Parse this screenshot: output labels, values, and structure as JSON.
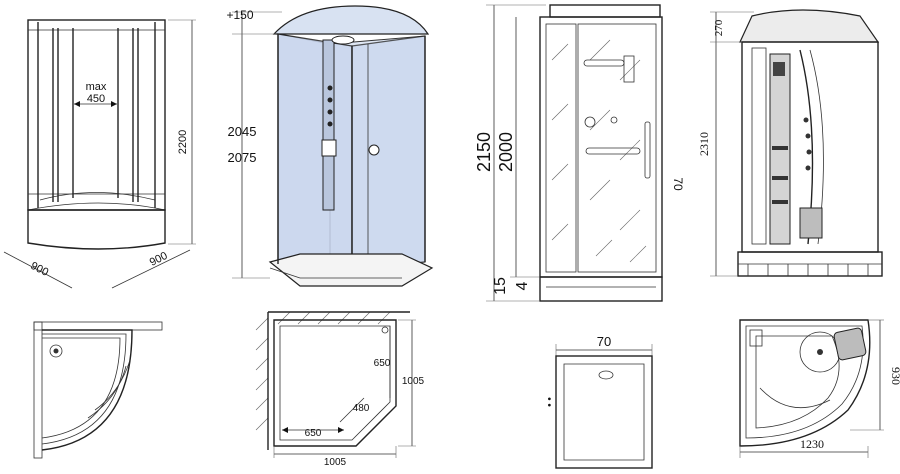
{
  "colors": {
    "glass": "#dfe7f4",
    "glass_dark": "#c9d6ee",
    "line": "#222222",
    "background": "#ffffff"
  },
  "shower_a": {
    "label_max": "max",
    "label_450": "450",
    "height": "2200",
    "width_left": "900",
    "width_right": "900"
  },
  "shower_b": {
    "top_extra": "+150",
    "height_low": "2045",
    "height_high": "2075",
    "plan_650_right": "650",
    "plan_480": "480",
    "plan_650_bottom": "650",
    "plan_1005_right": "1005",
    "plan_1005_bottom": "1005"
  },
  "shower_c": {
    "height_total": "2150",
    "height_door": "2000",
    "base_15": "15",
    "base_4": "4",
    "side_70": "70",
    "plan_width": "70",
    "plan_small": "• •"
  },
  "shower_d": {
    "top_270": "270",
    "height": "2310",
    "plan_930": "930",
    "plan_1230": "1230"
  }
}
